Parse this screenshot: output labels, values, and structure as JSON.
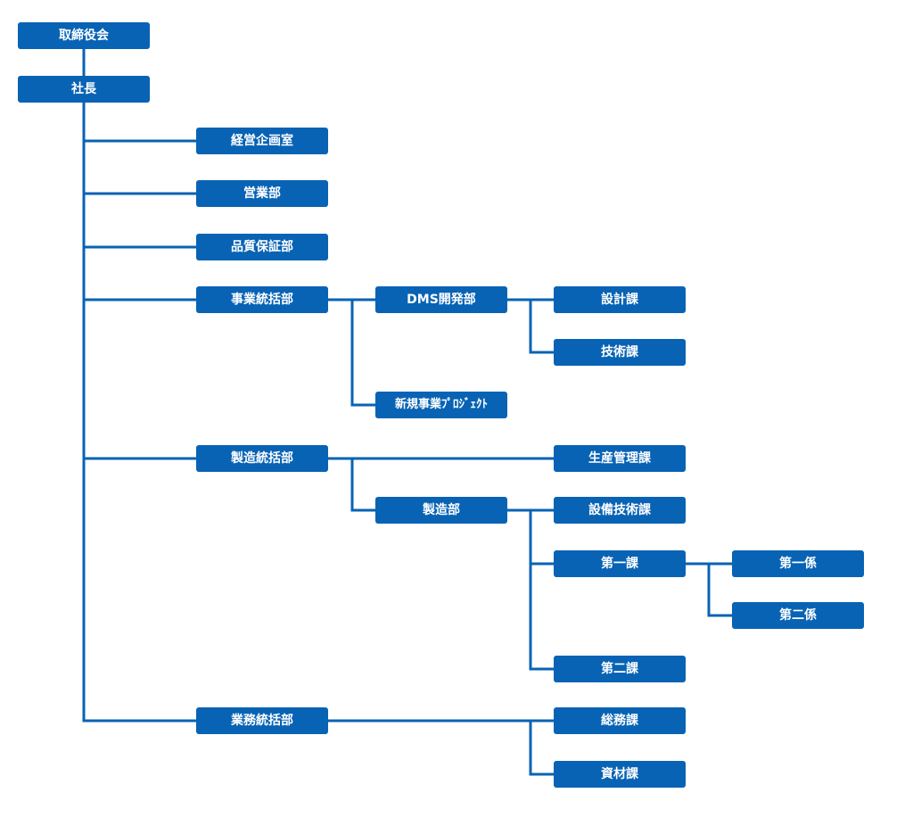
{
  "colors": {
    "box": "#0863b4",
    "line": "#0863b4",
    "text": "#ffffff",
    "background": "#ffffff"
  },
  "nodes": {
    "torishimariyakukai": "取締役会",
    "shacho": "社長",
    "keiei_kikaku": "経営企画室",
    "eigyo": "営業部",
    "hinshitsu": "品質保証部",
    "jigyo_tokatsu": "事業統括部",
    "dms_kaihatsu": "DMS開発部",
    "sekkei": "設計課",
    "gijutsu": "技術課",
    "shinki_jigyo": "新規事業ﾌﾟﾛｼﾞｪｸﾄ",
    "seizo_tokatsu": "製造統括部",
    "seisan_kanri": "生産管理課",
    "seizo": "製造部",
    "setsubi_gijutsu": "設備技術課",
    "daiichi_ka": "第一課",
    "daiichi_kakari": "第一係",
    "daini_kakari": "第二係",
    "daini_ka": "第二課",
    "gyomu_tokatsu": "業務統括部",
    "somu": "総務課",
    "shizai": "資材課"
  },
  "connections": [
    [
      "torishimariyakukai",
      "shacho"
    ],
    [
      "shacho",
      "keiei_kikaku"
    ],
    [
      "shacho",
      "eigyo"
    ],
    [
      "shacho",
      "hinshitsu"
    ],
    [
      "shacho",
      "jigyo_tokatsu"
    ],
    [
      "shacho",
      "seizo_tokatsu"
    ],
    [
      "shacho",
      "gyomu_tokatsu"
    ],
    [
      "jigyo_tokatsu",
      "dms_kaihatsu"
    ],
    [
      "jigyo_tokatsu",
      "shinki_jigyo"
    ],
    [
      "dms_kaihatsu",
      "sekkei"
    ],
    [
      "dms_kaihatsu",
      "gijutsu"
    ],
    [
      "seizo_tokatsu",
      "seisan_kanri"
    ],
    [
      "seizo_tokatsu",
      "seizo"
    ],
    [
      "seizo",
      "setsubi_gijutsu"
    ],
    [
      "seizo",
      "daiichi_ka"
    ],
    [
      "seizo",
      "daini_ka"
    ],
    [
      "daiichi_ka",
      "daiichi_kakari"
    ],
    [
      "daiichi_ka",
      "daini_kakari"
    ],
    [
      "gyomu_tokatsu",
      "somu"
    ],
    [
      "gyomu_tokatsu",
      "shizai"
    ]
  ]
}
